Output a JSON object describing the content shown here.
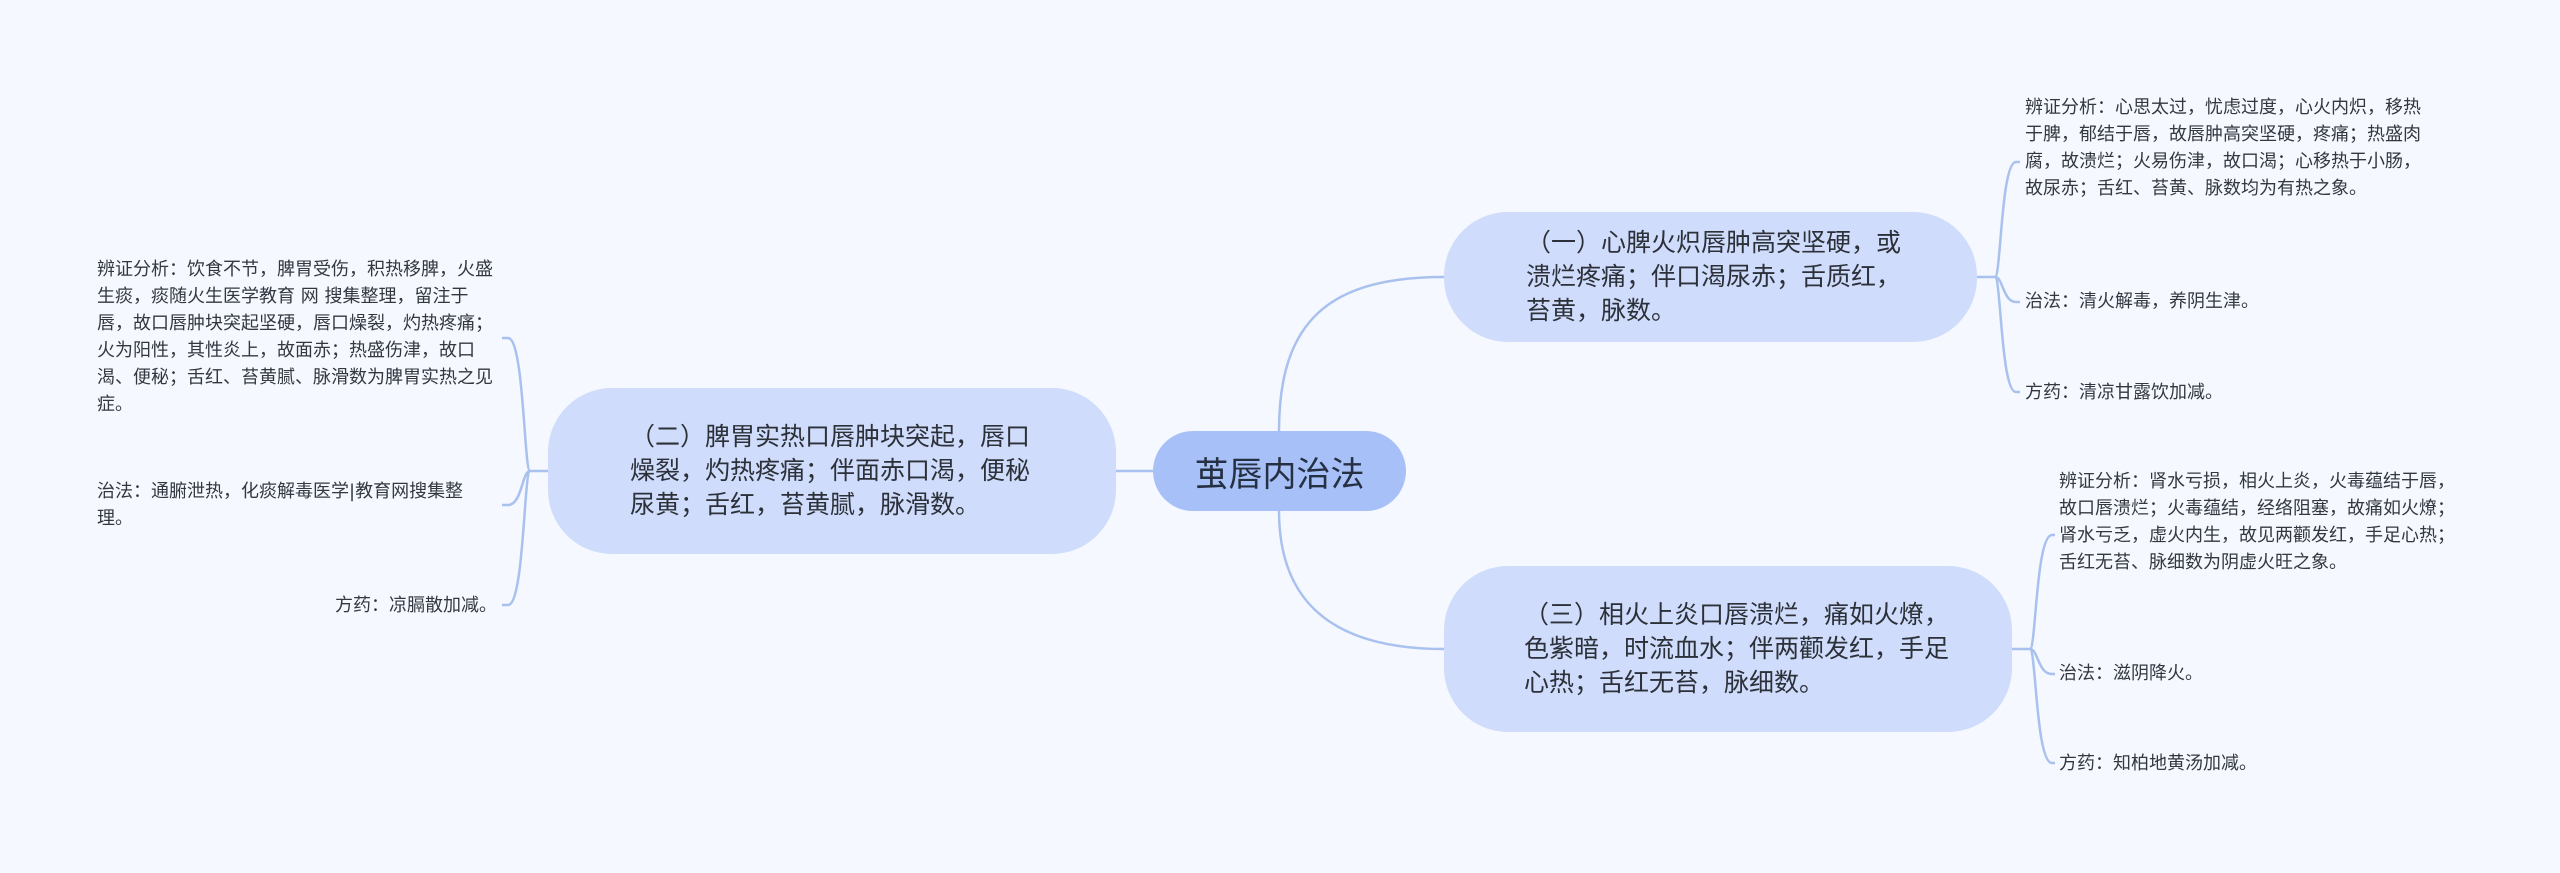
{
  "root": {
    "label": "茧唇内治法"
  },
  "branches": [
    {
      "label": "（一）心脾火炽唇肿高突坚硬，或溃烂疼痛；伴口渴尿赤；舌质红，苔黄，脉数。",
      "leaves": [
        "辨证分析：心思太过，忧虑过度，心火内炽，移热于脾，郁结于唇，故唇肿高突坚硬，疼痛；热盛肉腐，故溃烂；火易伤津，故口渴；心移热于小肠，故尿赤；舌红、苔黄、脉数均为有热之象。",
        "治法：清火解毒，养阴生津。",
        "方药：清凉甘露饮加减。"
      ]
    },
    {
      "label": "（二）脾胃实热口唇肿块突起，唇口燥裂，灼热疼痛；伴面赤口渴，便秘尿黄；舌红，苔黄腻，脉滑数。",
      "leaves": [
        "辨证分析：饮食不节，脾胃受伤，积热移脾，火盛生痰，痰随火生医学教育 网 搜集整理，留注于唇，故口唇肿块突起坚硬，唇口燥裂，灼热疼痛；火为阳性，其性炎上，故面赤；热盛伤津，故口渴、便秘；舌红、苔黄腻、脉滑数为脾胃实热之见症。",
        "治法：通腑泄热，化痰解毒医学|教育网搜集整理。",
        "方药：凉膈散加减。"
      ]
    },
    {
      "label": "（三）相火上炎口唇溃烂，痛如火燎，色紫暗，时流血水；伴两颧发红，手足心热；舌红无苔，脉细数。",
      "leaves": [
        "辨证分析：肾水亏损，相火上炎，火毒蕴结于唇，故口唇溃烂；火毒蕴结，经络阻塞，故痛如火燎；肾水亏乏，虚火内生，故见两颧发红，手足心热；舌红无苔、脉细数为阴虚火旺之象。",
        "治法：滋阴降火。",
        "方药：知柏地黄汤加减。"
      ]
    }
  ],
  "colors": {
    "background": "#f5f8ff",
    "root_fill": "#a7c0f7",
    "branch_fill": "#cfdcfb",
    "connector": "#a9c1ee"
  }
}
